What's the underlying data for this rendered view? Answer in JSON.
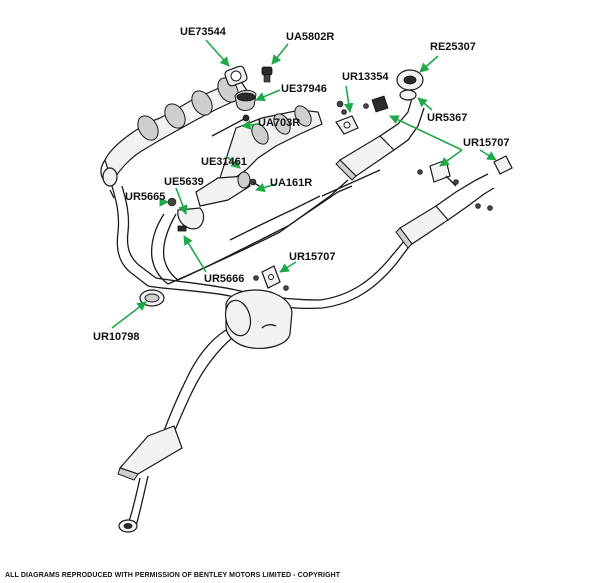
{
  "diagram": {
    "labels": {
      "ue73544": "UE73544",
      "ua5802r": "UA5802R",
      "ue37946": "UE37946",
      "ua703r": "UA703R",
      "ue31461": "UE31461",
      "ue5639": "UE5639",
      "ur5665": "UR5665",
      "ua161r": "UA161R",
      "ur13354": "UR13354",
      "re25307": "RE25307",
      "ur5367": "UR5367",
      "ur15707_top": "UR15707",
      "ur15707_mid": "UR15707",
      "ur5666": "UR5666",
      "ur10798": "UR10798"
    },
    "copyright": "ALL DIAGRAMS REPRODUCED WITH PERMISSION OF BENTLEY MOTORS LIMITED - COPYRIGHT"
  },
  "colors": {
    "arrow": "#1ea84a",
    "line": "#1a1a1a"
  }
}
